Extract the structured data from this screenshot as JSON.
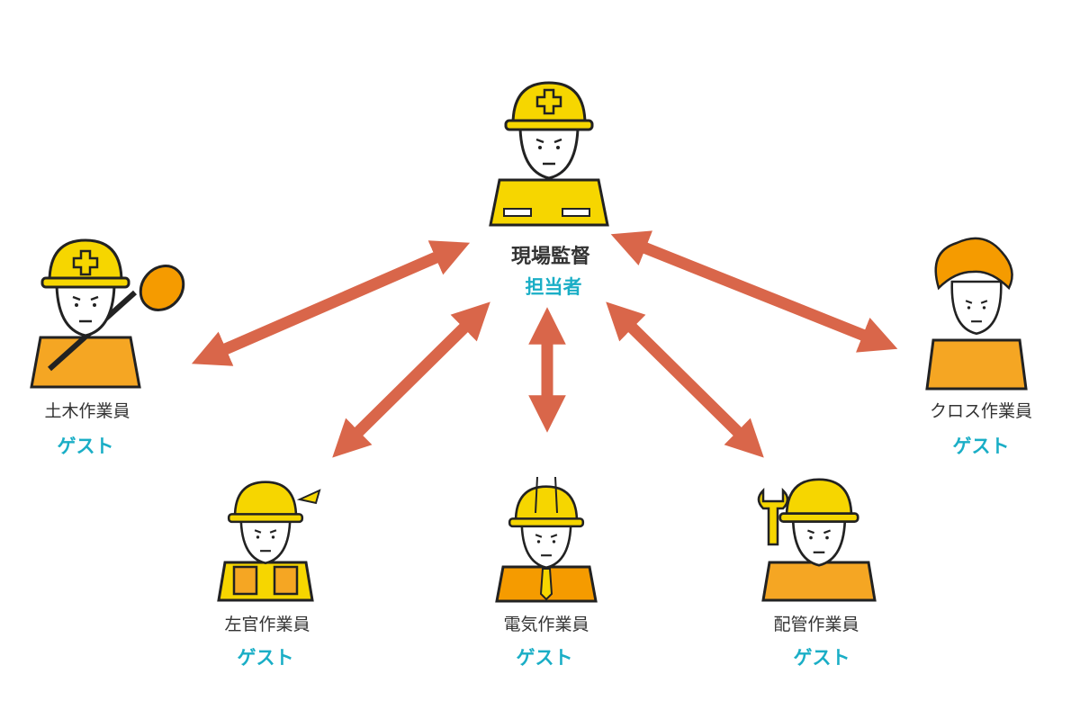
{
  "center": {
    "title": "現場監督",
    "role": "担当者"
  },
  "workers": [
    {
      "title": "土木作業員",
      "role": "ゲスト"
    },
    {
      "title": "左官作業員",
      "role": "ゲスト"
    },
    {
      "title": "電気作業員",
      "role": "ゲスト"
    },
    {
      "title": "配管作業員",
      "role": "ゲスト"
    },
    {
      "title": "クロス作業員",
      "role": "ゲスト"
    }
  ],
  "colors": {
    "arrow": "#d9664a",
    "role": "#1aaec6",
    "helmet": "#f6d600",
    "body_orange": "#f5a623",
    "body_yellow": "#f6d600"
  }
}
